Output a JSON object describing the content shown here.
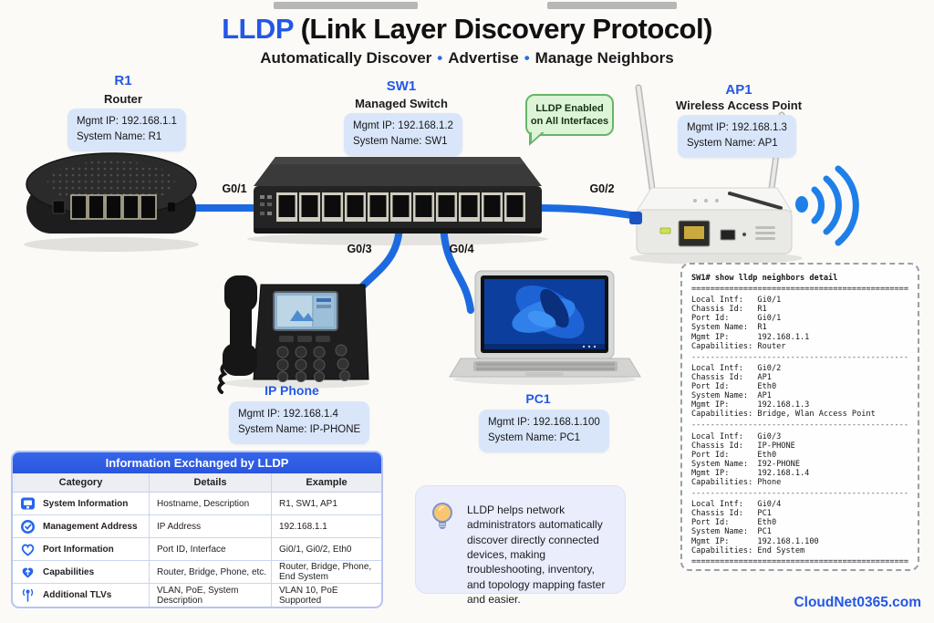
{
  "header": {
    "title_accent": "LLDP",
    "title_rest": " (Link Layer Discovery Protocol)",
    "subtitle_part1": "Automatically Discover",
    "subtitle_part2": "Advertise",
    "subtitle_part3": "Manage Neighbors",
    "bullet": "•"
  },
  "colors": {
    "accent_blue": "#2357e6",
    "cable_blue": "#1d6ae0",
    "callout_green": "#ddf4d7",
    "infobox_blue": "#d9e6fa",
    "table_header_blue": "#2e5ce5"
  },
  "devices": {
    "r1": {
      "name": "R1",
      "type": "Router",
      "mgmt_ip": "Mgmt IP: 192.168.1.1",
      "system_name": "System Name: R1"
    },
    "sw1": {
      "name": "SW1",
      "type": "Managed Switch",
      "mgmt_ip": "Mgmt IP: 192.168.1.2",
      "system_name": "System Name: SW1"
    },
    "ap1": {
      "name": "AP1",
      "type": "Wireless Access Point",
      "mgmt_ip": "Mgmt IP: 192.168.1.3",
      "system_name": "System Name: AP1"
    },
    "phone": {
      "name": "IP Phone",
      "mgmt_ip": "Mgmt IP: 192.168.1.4",
      "system_name": "System Name: IP-PHONE"
    },
    "pc1": {
      "name": "PC1",
      "mgmt_ip": "Mgmt IP: 192.168.1.100",
      "system_name": "System Name: PC1"
    }
  },
  "ports": {
    "g01": "G0/1",
    "g02": "G0/2",
    "g03": "G0/3",
    "g04": "G0/4"
  },
  "callout": {
    "text": "LLDP Enabled on All Interfaces"
  },
  "terminal": {
    "command": "SW1# show lldp neighbors detail",
    "separator_heavy": "================================================",
    "separator_light": "------------------------------------------------",
    "blocks": [
      "Local Intf:   Gi0/1\nChassis Id:   R1\nPort Id:      Gi0/1\nSystem Name:  R1\nMgmt IP:      192.168.1.1\nCapabilities: Router",
      "Local Intf:   Gi0/2\nChassis Id:   AP1\nPort Id:      Eth0\nSystem Name:  AP1\nMgmt IP:      192.168.1.3\nCapabilities: Bridge, Wlan Access Point",
      "Local Intf:   Gi0/3\nChassis Id:   IP-PHONE\nPort Id:      Eth0\nSystem Name:  I92-PHONE\nMgmt IP:      192.168.1.4\nCapabilities: Phone",
      "Local Intf:   Gi0/4\nChassis Id:   PC1\nPort Id:      Eth0\nSystem Name:  PC1\nMgmt IP:      192.168.1.100\nCapabilities: End System"
    ]
  },
  "table": {
    "title": "Information Exchanged by LLDP",
    "columns": [
      "Category",
      "Details",
      "Example"
    ],
    "rows": [
      {
        "icon": "system-info-icon",
        "category": "System Information",
        "details": "Hostname, Description",
        "example": "R1, SW1, AP1"
      },
      {
        "icon": "management-address-icon",
        "category": "Management Address",
        "details": "IP Address",
        "example": "192.168.1.1"
      },
      {
        "icon": "port-info-icon",
        "category": "Port Information",
        "details": "Port ID, Interface",
        "example": "Gi0/1, Gi0/2, Eth0"
      },
      {
        "icon": "capabilities-icon",
        "category": "Capabilities",
        "details": "Router, Bridge, Phone, etc.",
        "example": "Router, Bridge, Phone, End System"
      },
      {
        "icon": "additional-tlvs-icon",
        "category": "Additional TLVs",
        "details": "VLAN, PoE, System Description",
        "example": "VLAN 10, PoE Supported"
      }
    ]
  },
  "note": {
    "text": "LLDP helps network administrators automatically discover directly connected devices, making troubleshooting, inventory, and topology mapping faster and easier."
  },
  "brand": "CloudNet0365.com"
}
